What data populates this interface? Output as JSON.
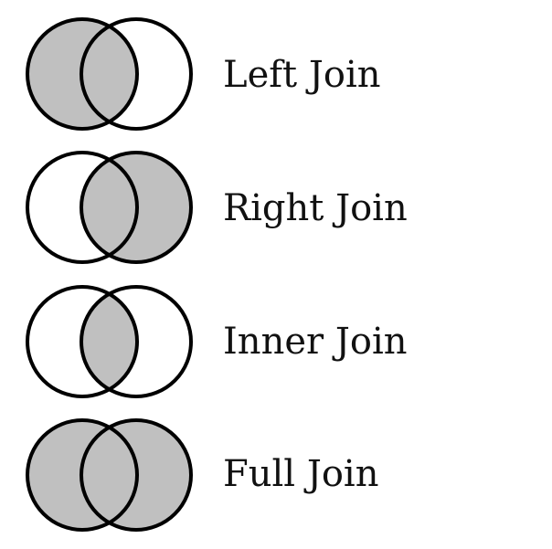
{
  "colors": {
    "fill": "#c0c0c0",
    "stroke": "#000000",
    "background": "#ffffff"
  },
  "joins": [
    {
      "label": "Left Join",
      "shade_left": true,
      "shade_right": false,
      "shade_intersection": true
    },
    {
      "label": "Right Join",
      "shade_left": false,
      "shade_right": true,
      "shade_intersection": true
    },
    {
      "label": "Inner Join",
      "shade_left": false,
      "shade_right": false,
      "shade_intersection": true
    },
    {
      "label": "Full Join",
      "shade_left": true,
      "shade_right": true,
      "shade_intersection": true
    }
  ]
}
